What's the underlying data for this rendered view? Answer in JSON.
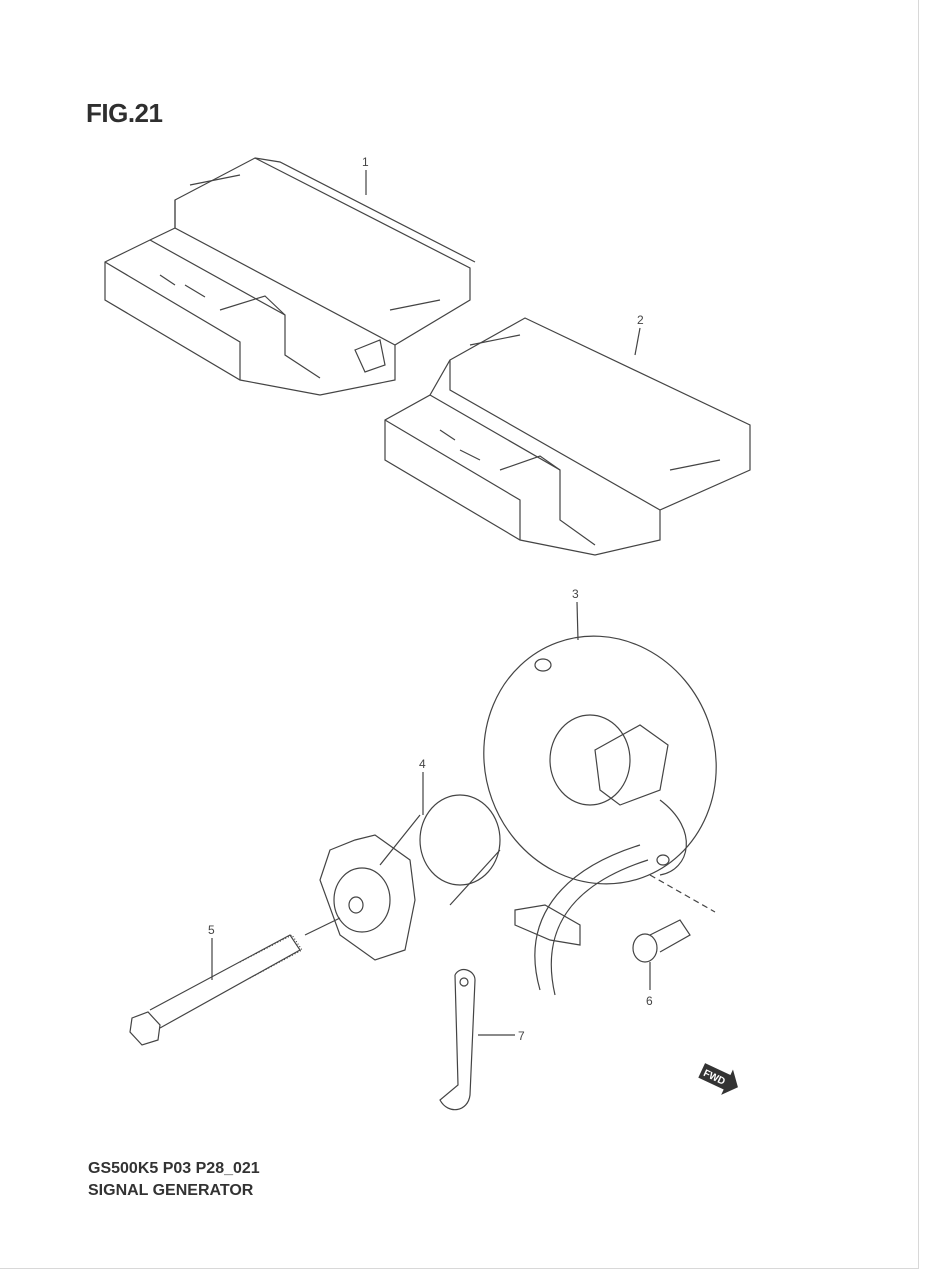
{
  "figure_title": "FIG.21",
  "footer": {
    "model_code": "GS500K5 P03 P28_021",
    "section_name": "SIGNAL GENERATOR"
  },
  "callouts": [
    "1",
    "2",
    "3",
    "4",
    "5",
    "6",
    "7"
  ],
  "fwd_label": "FWD"
}
